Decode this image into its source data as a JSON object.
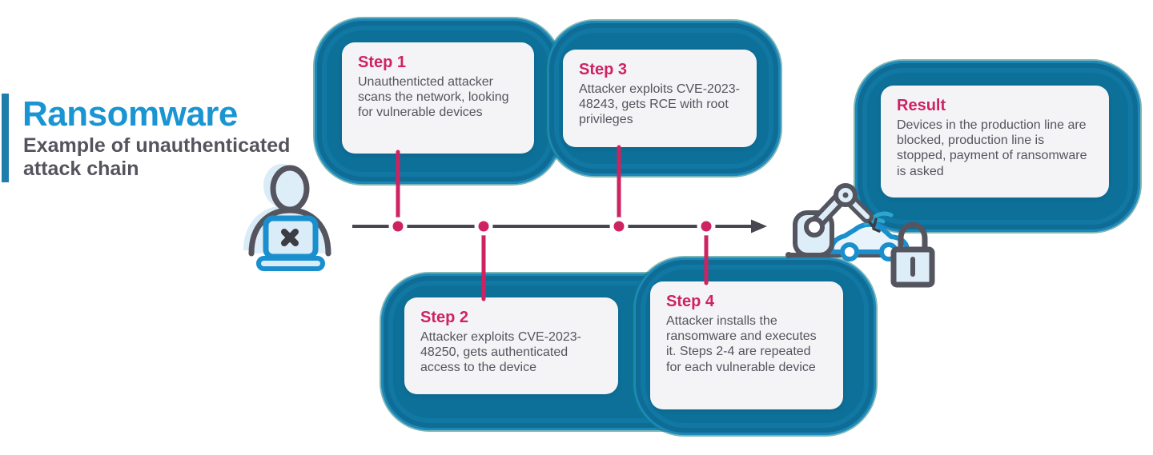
{
  "header": {
    "title": "Ransomware",
    "subtitle": "Example of unauthenticated attack chain"
  },
  "steps": [
    {
      "title": "Step 1",
      "body": "Unauthenticted attacker scans the network, looking for vulnerable devices"
    },
    {
      "title": "Step 2",
      "body": "Attacker exploits CVE-2023-48250, gets authenticated access to the device"
    },
    {
      "title": "Step 3",
      "body": "Attacker exploits CVE-2023-48243,  gets RCE with root privileges"
    },
    {
      "title": "Step 4",
      "body": "Attacker installs the ransomware and executes it. Steps 2-4 are repeated for each vulnerable device"
    }
  ],
  "result": {
    "title": "Result",
    "body": "Devices in the production line are blocked, production line is stopped, payment of ransomware is asked"
  },
  "icons": {
    "attacker": "attacker-at-laptop-icon",
    "robot_arm": "robot-arm-icon",
    "car": "car-icon",
    "padlock": "padlock-icon",
    "timeline": "timeline-arrow"
  },
  "colors": {
    "accent_blue": "#1b95d2",
    "teal_container": "#0d7099",
    "crimson": "#ce2361",
    "text_gray": "#54545e",
    "timeline_gray": "#47474f",
    "laptop_blue": "#1a8fce",
    "icon_fill": "#ddeef8",
    "card_bg": "#f4f4f6"
  }
}
